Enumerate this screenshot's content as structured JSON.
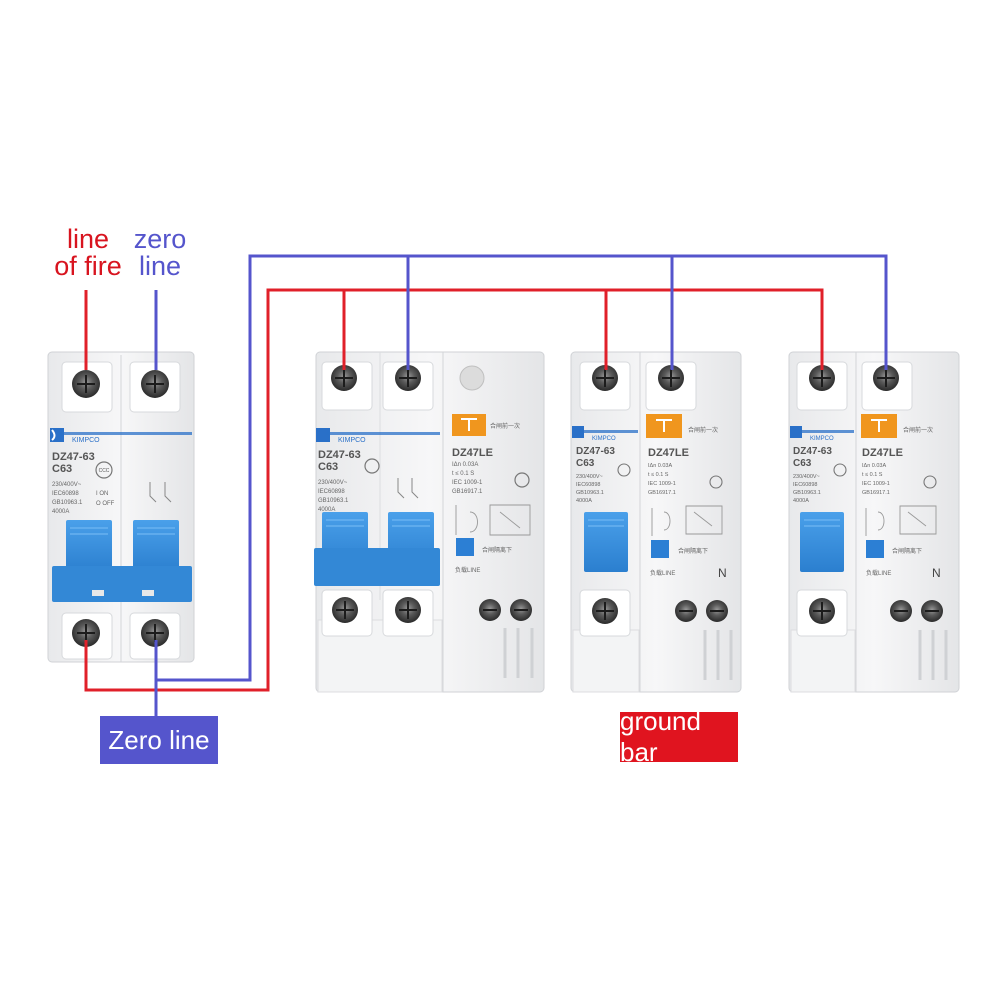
{
  "labels": {
    "line_of_fire": [
      "line",
      "of fire"
    ],
    "zero_line_top": [
      "zero",
      "line"
    ],
    "zero_line_tag": "Zero line",
    "ground_bar_tag": "ground bar"
  },
  "colors": {
    "fire_wire": "#e0202a",
    "zero_wire": "#5555cc",
    "breaker_body": "#f1f2f4",
    "breaker_blue": "#3a8fd8",
    "test_button_orange": "#f0961e",
    "test_window_blue": "#2c7fd4"
  },
  "main_breaker": {
    "brand": "KIMPCO",
    "model": "DZ47-63",
    "rating": "C63",
    "specs": [
      "230/400V~",
      "IEC60898",
      "GB10963.1",
      "4000A"
    ],
    "switch_marks": [
      "I ON",
      "O OFF"
    ]
  },
  "rcbos": [
    {
      "brand": "KIMPCO",
      "model": "DZ47-63",
      "rating": "C63",
      "specs": [
        "230/400V~",
        "IEC60898",
        "GB10963.1",
        "4000A"
      ],
      "le_model": "DZ47LE",
      "le_specs": [
        "IΔn 0.03A",
        "t ≤ 0.1 S",
        "IEC 1009-1",
        "GB16917.1"
      ],
      "load_label": "负载LINE",
      "n_label": ""
    },
    {
      "brand": "KIMPCO",
      "model": "DZ47-63",
      "rating": "C63",
      "specs": [
        "230/400V~",
        "IEC60898",
        "GB10963.1",
        "4000A"
      ],
      "le_model": "DZ47LE",
      "le_specs": [
        "IΔn 0.03A",
        "t ≤ 0.1 S",
        "IEC 1009-1",
        "GB16917.1"
      ],
      "load_label": "负载LINE",
      "n_label": "N"
    },
    {
      "brand": "KIMPCO",
      "model": "DZ47-63",
      "rating": "C63",
      "specs": [
        "230/400V~",
        "IEC60898",
        "GB10963.1",
        "4000A"
      ],
      "le_model": "DZ47LE",
      "le_specs": [
        "IΔn 0.03A",
        "t ≤ 0.1 S",
        "IEC 1009-1",
        "GB16917.1"
      ],
      "load_label": "负载LINE",
      "n_label": "N"
    }
  ]
}
